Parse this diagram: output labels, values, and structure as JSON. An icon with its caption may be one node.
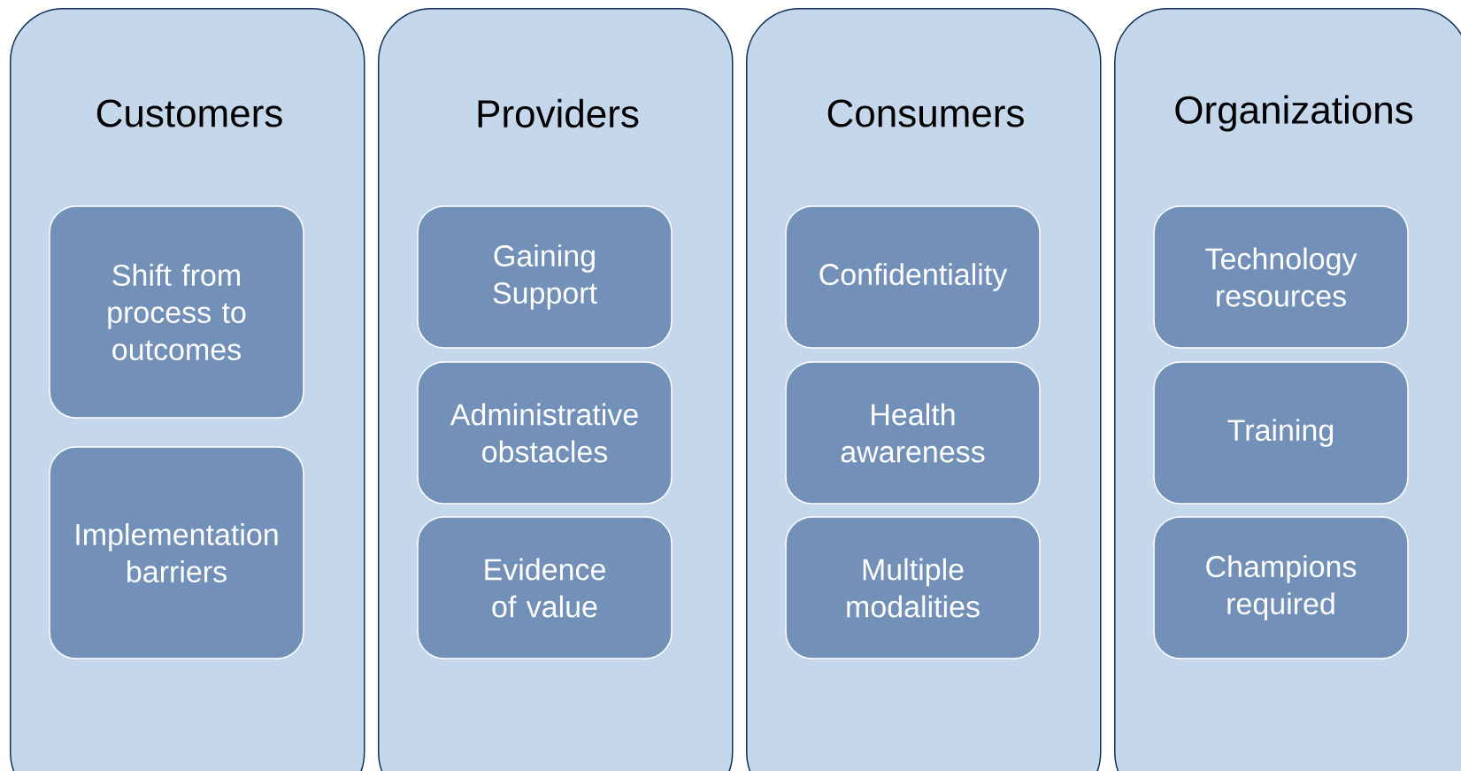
{
  "diagram": {
    "nodes": [
      {
        "text": [
          "Customers"
        ]
      },
      {
        "text": [
          "Shift from process to outcomes"
        ],
        "in": 0
      },
      {
        "text": [
          "Implementation barriers"
        ],
        "in": 0
      },
      {
        "text": [
          "Providers"
        ]
      },
      {
        "text": [
          "Gaining Support"
        ],
        "in": 3
      },
      {
        "text": [
          "Administrative obstacles"
        ],
        "in": 3
      },
      {
        "text": [
          "Evidence of value"
        ],
        "in": 3
      },
      {
        "text": [
          "Consumers"
        ]
      },
      {
        "text": [
          "Confidentiality"
        ],
        "in": 7
      },
      {
        "text": [
          "Health awareness"
        ],
        "in": 7
      },
      {
        "text": [
          "Multiple modalities"
        ],
        "in": 7
      },
      {
        "text": [
          "Organizations"
        ]
      },
      {
        "text": [
          "Technology resources"
        ],
        "in": 11
      },
      {
        "text": [
          "Training"
        ],
        "in": 11
      },
      {
        "text": [
          "Champions required"
        ],
        "in": 11
      }
    ]
  }
}
